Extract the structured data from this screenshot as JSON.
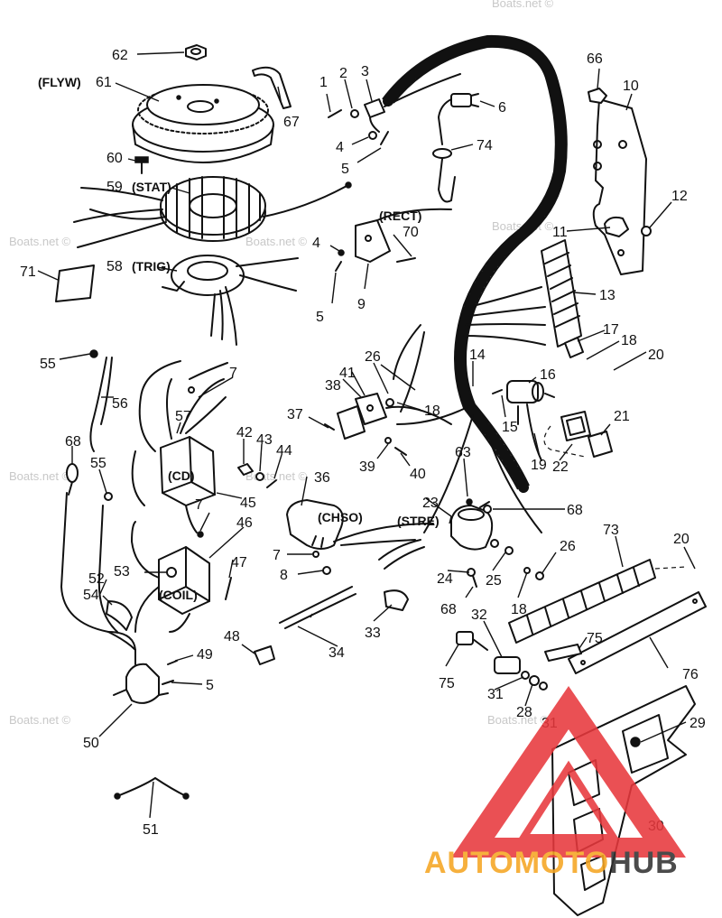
{
  "parts": {
    "p1": "1",
    "p2": "2",
    "p3": "3",
    "p4a": "4",
    "p4b": "4",
    "p5a": "5",
    "p5b": "5",
    "p5c": "5",
    "p6": "6",
    "p7a": "7",
    "p7b": "7",
    "p7c": "7",
    "p8": "8",
    "p9": "9",
    "p10": "10",
    "p11": "11",
    "p12": "12",
    "p13": "13",
    "p14": "14",
    "p15": "15",
    "p16": "16",
    "p17": "17",
    "p18a": "18",
    "p18b": "18",
    "p18c": "18",
    "p19": "19",
    "p20a": "20",
    "p20b": "20",
    "p21": "21",
    "p22": "22",
    "p23": "23",
    "p24": "24",
    "p25": "25",
    "p26a": "26",
    "p26b": "26",
    "p28": "28",
    "p29": "29",
    "p30": "30",
    "p31a": "31",
    "p31b": "31",
    "p32": "32",
    "p33": "33",
    "p34": "34",
    "p36": "36",
    "p37": "37",
    "p38": "38",
    "p39": "39",
    "p40": "40",
    "p41": "41",
    "p42": "42",
    "p43": "43",
    "p44": "44",
    "p45": "45",
    "p46": "46",
    "p47": "47",
    "p48": "48",
    "p49": "49",
    "p50": "50",
    "p51": "51",
    "p52": "52",
    "p53": "53",
    "p54": "54",
    "p55a": "55",
    "p55b": "55",
    "p56": "56",
    "p57": "57",
    "p58": "58",
    "p59": "59",
    "p60": "60",
    "p61": "61",
    "p62": "62",
    "p63": "63",
    "p66": "66",
    "p67": "67",
    "p68a": "68",
    "p68b": "68",
    "p68c": "68",
    "p70": "70",
    "p71": "71",
    "p73": "73",
    "p74": "74",
    "p75a": "75",
    "p75b": "75",
    "p76": "76"
  },
  "tags": {
    "flyw": "(FLYW)",
    "stat": "(STAT)",
    "trig": "(TRIG)",
    "rect": "(RECT)",
    "cd": "(CD)",
    "chso": "(CHSO)",
    "stre": "(STRE)",
    "coil": "(COIL)"
  },
  "watermark": "Boats.net ©",
  "brand": {
    "part1": "AUTOMOTO",
    "part2": "HUB"
  },
  "colors": {
    "ink": "#111111",
    "brand_orange": "#f5a623",
    "brand_red": "#e8383d",
    "brand_dark": "#333333"
  }
}
